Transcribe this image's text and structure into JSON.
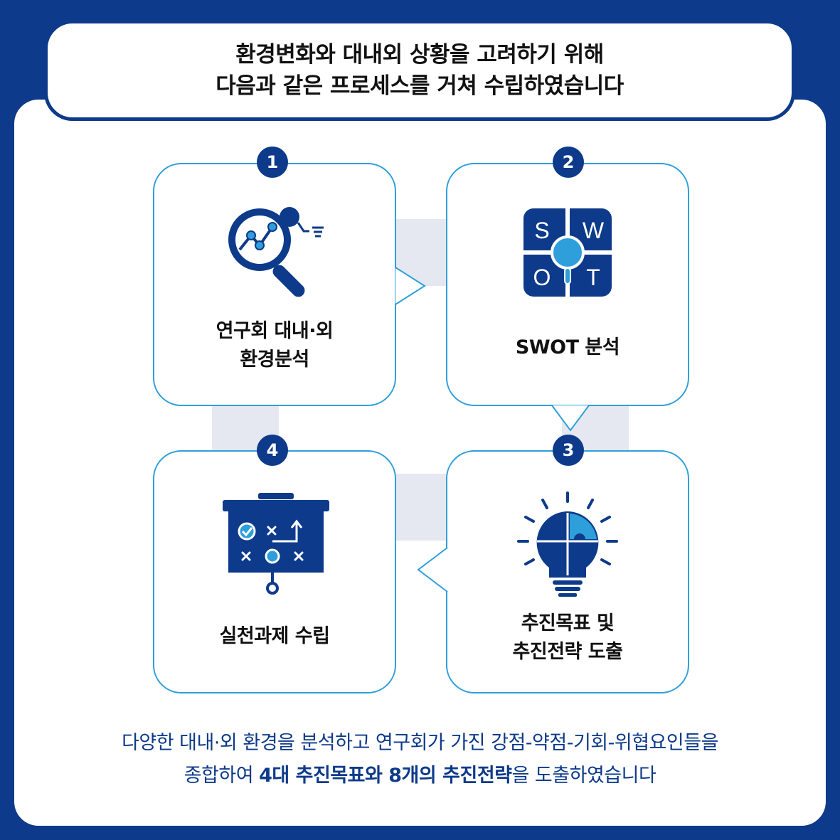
{
  "header": {
    "line1": "환경변화와 대내외 상황을 고려하기 위해",
    "line2": "다음과 같은 프로세스를 거쳐 수립하였습니다"
  },
  "steps": [
    {
      "number": "1",
      "label_line1": "연구회 대내·외",
      "label_line2": "환경분석",
      "icon": "magnifier-analysis-icon"
    },
    {
      "number": "2",
      "label": "SWOT 분석",
      "icon": "swot-icon",
      "swot_letters": [
        "S",
        "W",
        "O",
        "T"
      ]
    },
    {
      "number": "3",
      "label_line1": "추진목표 및",
      "label_line2": "추진전략 도출",
      "icon": "lightbulb-puzzle-icon"
    },
    {
      "number": "4",
      "label": "실천과제 수립",
      "icon": "strategy-board-icon"
    }
  ],
  "summary": {
    "line1": "다양한 대내·외 환경을 분석하고 연구회가 가진 강점-약점-기회-위협요인들을",
    "line2_a": "종합하여 ",
    "line2_b": "4대 추진목표와 8개의 추진전략",
    "line2_c": "을 도출하였습니다"
  },
  "colors": {
    "navy": "#0d3a8a",
    "accent_blue": "#2e9fda",
    "ring_gray": "#e5e8f1"
  }
}
